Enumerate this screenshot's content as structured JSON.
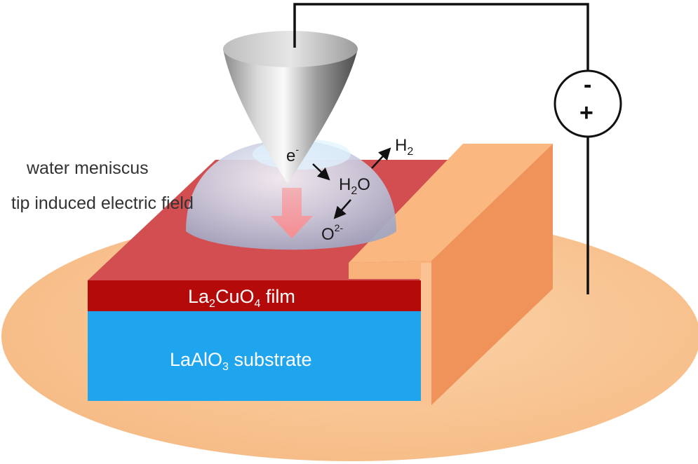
{
  "labels": {
    "water_meniscus": "water meniscus",
    "electric_field": "tip induced electric field",
    "film": {
      "pre": "La",
      "sub1": "2",
      "mid": "CuO",
      "sub2": "4",
      "post": " film"
    },
    "substrate": {
      "pre": "LaAlO",
      "sub": "3",
      "post": " substrate"
    },
    "electron": {
      "base": "e",
      "sup": "-"
    },
    "hydrogen": {
      "base": "H",
      "sub": "2"
    },
    "water": {
      "pre": "H",
      "sub": "2",
      "post": "O"
    },
    "oxygen_ion": {
      "base": "O",
      "sup": "2-"
    },
    "polarity_minus": "-",
    "polarity_plus": "+"
  },
  "colors": {
    "disk": "#f7c28e",
    "film_top": "#d24e50",
    "film_side": "#b50a0a",
    "substrate": "#1ea5ee",
    "electrode_front": "#f9b27a",
    "electrode_side": "#f0935a",
    "wire": "#111111",
    "field_arrow": "#f7a3a6"
  }
}
